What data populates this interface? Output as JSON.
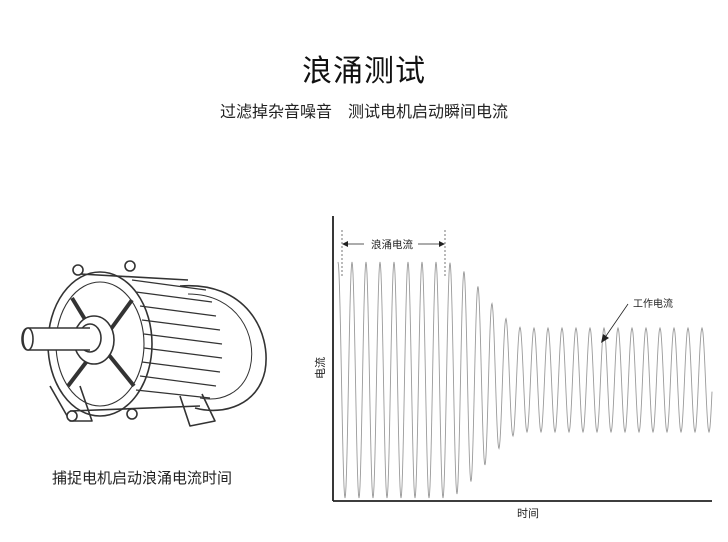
{
  "page": {
    "title": "浪涌测试",
    "subtitle_left": "过滤掉杂音噪音",
    "subtitle_right": "测试电机启动瞬间电流"
  },
  "motor": {
    "icon": "electric-motor-icon",
    "caption": "捕捉电机启动浪涌电流时间"
  },
  "chart": {
    "inrush_label": "浪涌电流",
    "working_label": "工作电流",
    "y_axis_label": "电流",
    "x_axis_label": "时间"
  },
  "colors": {
    "line": "#9a9a9a",
    "axis": "#222222",
    "text": "#1a1a1a"
  }
}
